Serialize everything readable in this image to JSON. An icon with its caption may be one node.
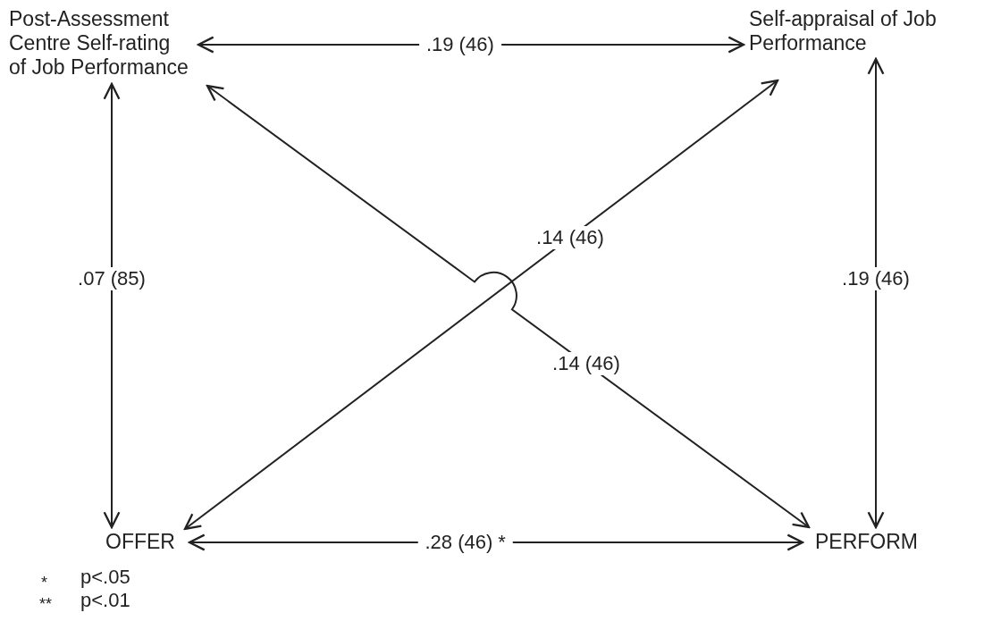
{
  "diagram": {
    "nodes": [
      {
        "text": [
          "Post-Assessment Centre Self-rating of Job Performance"
        ]
      },
      {
        "text": [
          "Self-appraisal of Job Performance"
        ]
      },
      {
        "text": [
          "OFFER"
        ]
      },
      {
        "text": [
          "PERFORM"
        ]
      }
    ],
    "edges": [
      {
        "from": 0,
        "to": 1,
        "arrow": "both",
        "label": ".19 (46)"
      },
      {
        "from": 0,
        "to": 2,
        "arrow": "both",
        "label": ".07 (85)"
      },
      {
        "from": 1,
        "to": 3,
        "arrow": "both",
        "label": ".19 (46)"
      },
      {
        "from": 2,
        "to": 1,
        "arrow": "both",
        "label": ".14 (46)"
      },
      {
        "from": 0,
        "to": 3,
        "arrow": "both",
        "label": ".14 (46)"
      },
      {
        "from": 2,
        "to": 3,
        "arrow": "both",
        "label": ".28 (46) *"
      }
    ],
    "labels": [
      "*",
      "p<.05",
      "**",
      "p<.01"
    ]
  }
}
